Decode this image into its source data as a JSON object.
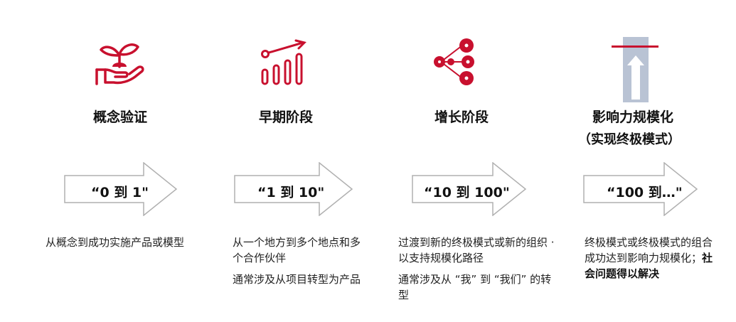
{
  "stages": [
    {
      "title": "概念验证",
      "icon": "plant-in-hand-icon",
      "arrow_label": "“0 到 1\"",
      "desc": [
        "从概念到成功实施产品或模型"
      ]
    },
    {
      "title": "早期阶段",
      "icon": "bar-growth-icon",
      "arrow_label": "“1 到 10\"",
      "desc": [
        "从一个地方到多个地点和多个合作伙伴",
        "通常涉及从项目转型为产品"
      ]
    },
    {
      "title": "增长阶段",
      "icon": "network-nodes-icon",
      "arrow_label": "“10 到 100\"",
      "desc": [
        "过渡到新的终极模式或新的组织 · 以支持规模化路径",
        "通常涉及从 “我” 到 “我们” 的转型"
      ]
    },
    {
      "title": "影响力规模化",
      "subtitle": "（实现终极模式）",
      "icon": "scale-ceiling-icon",
      "arrow_label": "“100 到…\"",
      "desc_plain": "终极模式或终极模式的组合成功达到影响力规模化；",
      "desc_bold": "社会问题得以解决"
    }
  ],
  "colors": {
    "accent": "#c8102e",
    "arrow_stroke": "#b0b0b0",
    "bar_fill": "#b9c3d4"
  }
}
